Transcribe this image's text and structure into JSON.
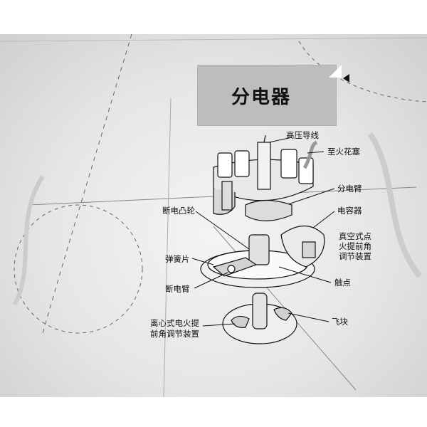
{
  "title": "分电器",
  "labels": {
    "high_voltage_wire": "高压导线",
    "to_spark_plug": "至火花塞",
    "rotor_arm": "分电臂",
    "breaker_cam": "断电凸轮",
    "capacitor": "电容器",
    "vacuum_advance_1": "真空式点",
    "vacuum_advance_2": "火提前角",
    "vacuum_advance_3": "调节装置",
    "spring_plate": "弹簧片",
    "contact_point": "触点",
    "breaker_arm": "断电臂",
    "centrifugal_advance_1": "离心式电火提",
    "centrifugal_advance_2": "前角调节装置",
    "flyweight": "飞块"
  },
  "colors": {
    "title_box": "#bdbdbd",
    "background": "#e6e6e6",
    "ink": "#111111"
  },
  "icons": [
    "triangle-left-icon"
  ]
}
